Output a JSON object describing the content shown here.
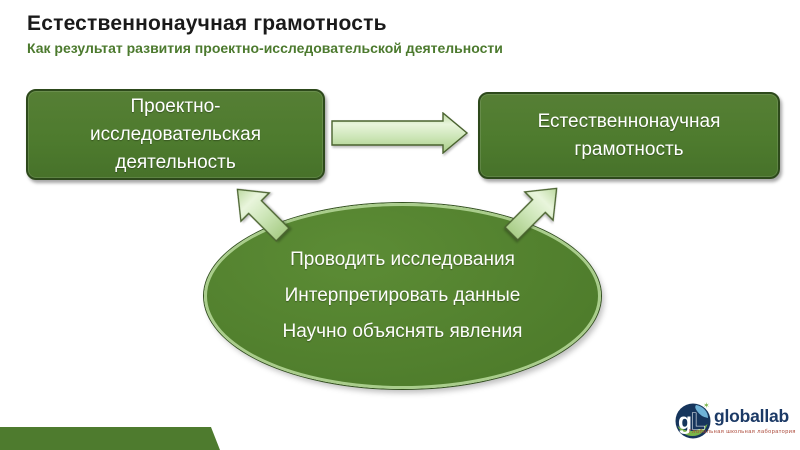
{
  "header": {
    "title": "Естественнонаучная грамотность",
    "subtitle": "Как результат развития проектно-исследовательской деятельности"
  },
  "diagram": {
    "left_box": {
      "lines": [
        "Проектно-",
        "исследовательская",
        "деятельность"
      ]
    },
    "right_box": {
      "lines": [
        "Естественнонаучная",
        "грамотность"
      ]
    },
    "ellipse": {
      "lines": [
        "Проводить исследования",
        "Интерпретировать данные",
        "Научно объяснять явления"
      ]
    }
  },
  "logo": {
    "mark_g": "g",
    "mark_l": "L",
    "star": "✶",
    "name": "globallab",
    "tagline": "Глобальная школьная лаборатория"
  },
  "colors": {
    "title_black": "#1a1a1a",
    "subtitle_green": "#4c7a2e",
    "box_fill": "#4e7b2e",
    "box_border": "#2d491b",
    "ellipse_fill": "#4f7d2c",
    "ellipse_border": "#a9cd8b",
    "arrow_fill_light": "#cde6b8",
    "arrow_stroke": "#4a632f",
    "band_green": "#4e7b2e",
    "logo_navy": "#1c3a66",
    "logo_green": "#79b54a",
    "logo_red": "#a94434"
  }
}
